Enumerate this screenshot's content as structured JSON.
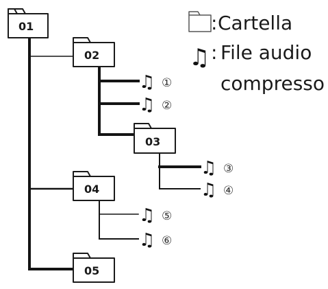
{
  "colors": {
    "line": "#141414",
    "folder_stroke": "#1a1a1a",
    "folder_fill": "#ffffff",
    "text": "#1a1a1a"
  },
  "legend": {
    "folder_label": "Cartella",
    "audio_label_line1": "File audio",
    "audio_label_line2": "compresso",
    "folder_icon": "folder-icon",
    "audio_icon": "music-note-icon"
  },
  "folders": {
    "f01": "01",
    "f02": "02",
    "f03": "03",
    "f04": "04",
    "f05": "05"
  },
  "files": {
    "t1": "①",
    "t2": "②",
    "t3": "③",
    "t4": "④",
    "t5": "⑤",
    "t6": "⑥"
  },
  "glyphs": {
    "note": "♫"
  }
}
